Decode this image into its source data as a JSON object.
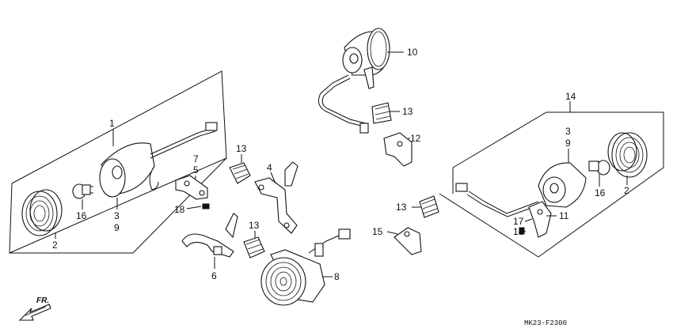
{
  "diagram_code": "MK23-F2300",
  "direction_label": "FR.",
  "labels": {
    "p1": "1",
    "p2a": "2",
    "p2b": "2",
    "p3a": "3",
    "p3b": "3",
    "p4": "4",
    "p5": "5",
    "p6": "6",
    "p7": "7",
    "p8": "8",
    "p9a": "9",
    "p9b": "9",
    "p10": "10",
    "p11": "11",
    "p12": "12",
    "p13a": "13",
    "p13b": "13",
    "p13c": "13",
    "p13d": "13",
    "p14": "14",
    "p15": "15",
    "p16a": "16",
    "p16b": "16",
    "p17": "17",
    "p18a": "18",
    "p18b": "18"
  }
}
